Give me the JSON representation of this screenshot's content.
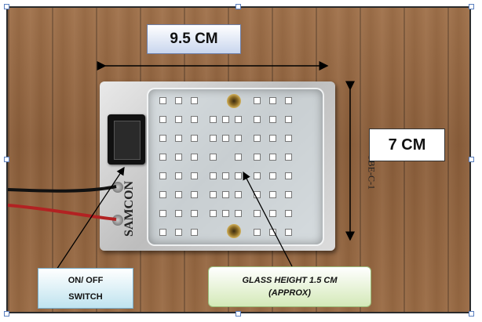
{
  "dimensions": {
    "width_label": "9.5 CM",
    "height_label": "7 CM"
  },
  "board": {
    "brand_text": "SAMCON",
    "model_text": "SBE-C-1"
  },
  "callouts": {
    "switch_line1": "ON/ OFF",
    "switch_line2": "SWITCH",
    "glass_line1": "GLASS HEIGHT 1.5 CM",
    "glass_line2": "(APPROX)"
  },
  "colors": {
    "wood": "#9a6b44",
    "wire_red": "#b22222",
    "wire_black": "#111111",
    "arrow": "#000000"
  }
}
